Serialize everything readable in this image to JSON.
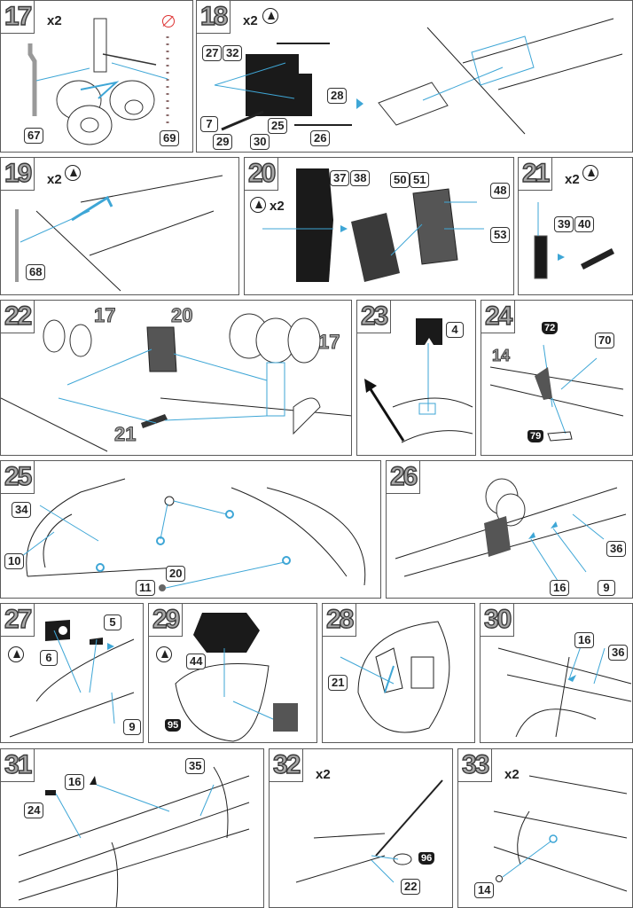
{
  "colors": {
    "leader_line": "#3ea6d6",
    "panel_border": "#5a5a5a",
    "step_number_fill": "#a8a8a8",
    "no_paint_icon": "#d33333"
  },
  "steps": [
    {
      "number": "17",
      "multiplier": "x2",
      "icons": [
        "no-paint-icon"
      ],
      "parts": [
        "67",
        "69"
      ]
    },
    {
      "number": "18",
      "multiplier": "x2",
      "icons": [
        "fold-icon"
      ],
      "parts": [
        "27",
        "32",
        "28",
        "7",
        "29",
        "30",
        "25",
        "26"
      ]
    },
    {
      "number": "19",
      "multiplier": "x2",
      "icons": [
        "fold-icon"
      ],
      "parts": [
        "68"
      ]
    },
    {
      "number": "20",
      "multiplier": "x2",
      "icons": [
        "fold-icon"
      ],
      "parts": [
        "37",
        "38",
        "50",
        "51",
        "48",
        "53"
      ]
    },
    {
      "number": "21",
      "multiplier": "x2",
      "icons": [
        "fold-icon"
      ],
      "parts": [
        "39",
        "40"
      ]
    },
    {
      "number": "22",
      "multiplier": "",
      "icons": [],
      "subassemblies": [
        "17",
        "20",
        "17",
        "21"
      ]
    },
    {
      "number": "23",
      "multiplier": "",
      "icons": [
        "direction-arrow"
      ],
      "parts": [
        "4"
      ]
    },
    {
      "number": "24",
      "multiplier": "",
      "icons": [],
      "parts": [
        "70"
      ],
      "decals": [
        "72",
        "79"
      ],
      "subassemblies": [
        "14"
      ]
    },
    {
      "number": "25",
      "multiplier": "",
      "icons": [],
      "parts": [
        "34",
        "10",
        "11",
        "20"
      ]
    },
    {
      "number": "26",
      "multiplier": "",
      "icons": [],
      "parts": [
        "36",
        "16",
        "9"
      ]
    },
    {
      "number": "27",
      "multiplier": "",
      "icons": [
        "fold-icon"
      ],
      "parts": [
        "5",
        "6",
        "9"
      ]
    },
    {
      "number": "29",
      "multiplier": "",
      "icons": [
        "fold-icon"
      ],
      "parts": [
        "44"
      ],
      "decals": [
        "95"
      ]
    },
    {
      "number": "28",
      "multiplier": "",
      "icons": [],
      "parts": [
        "21"
      ]
    },
    {
      "number": "30",
      "multiplier": "",
      "icons": [],
      "parts": [
        "16",
        "36"
      ]
    },
    {
      "number": "31",
      "multiplier": "",
      "icons": [],
      "parts": [
        "16",
        "35",
        "24"
      ]
    },
    {
      "number": "32",
      "multiplier": "x2",
      "icons": [],
      "parts": [
        "22"
      ],
      "decals": [
        "96"
      ]
    },
    {
      "number": "33",
      "multiplier": "x2",
      "icons": [],
      "parts": [
        "14"
      ]
    }
  ]
}
